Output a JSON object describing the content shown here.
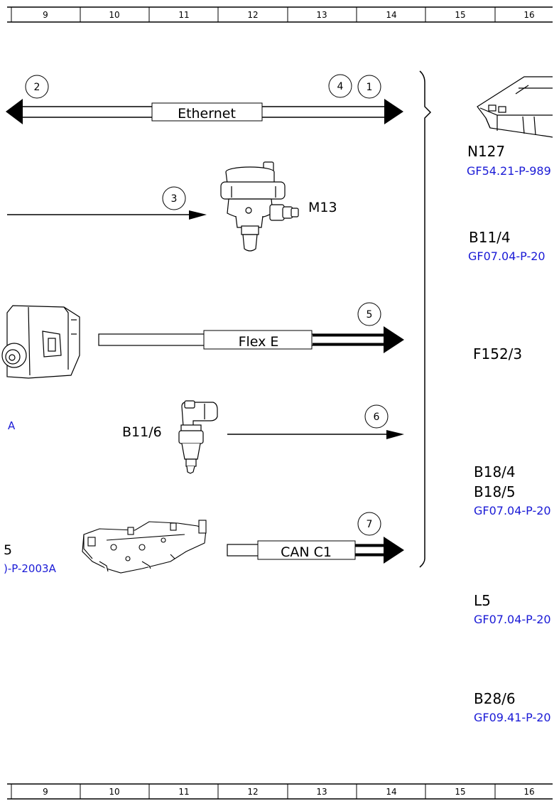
{
  "grid_ruler": {
    "columns": [
      "9",
      "10",
      "11",
      "12",
      "13",
      "14",
      "15",
      "16"
    ]
  },
  "diagram": {
    "buses": {
      "ethernet": "Ethernet",
      "flex_e": "Flex E",
      "can_c1": "CAN C1"
    },
    "callouts": {
      "c1": "1",
      "c2": "2",
      "c3": "3",
      "c4": "4",
      "c5": "5",
      "c6": "6",
      "c7": "7"
    },
    "components": {
      "m13": "M13",
      "b11_6": "B11/6",
      "left_a_ref": "A",
      "left_5": "5",
      "left_5_ref": ")-P-2003A"
    },
    "legend": {
      "n127": {
        "code": "N127",
        "ref": "GF54.21-P-989"
      },
      "b11_4": {
        "code": "B11/4",
        "ref": "GF07.04-P-20"
      },
      "f152_3": {
        "code": "F152/3"
      },
      "b18": {
        "code1": "B18/4",
        "code2": "B18/5",
        "ref": "GF07.04-P-20"
      },
      "l5": {
        "code": "L5",
        "ref": "GF07.04-P-20"
      },
      "b28_6": {
        "code": "B28/6",
        "ref": "GF09.41-P-20"
      }
    }
  }
}
